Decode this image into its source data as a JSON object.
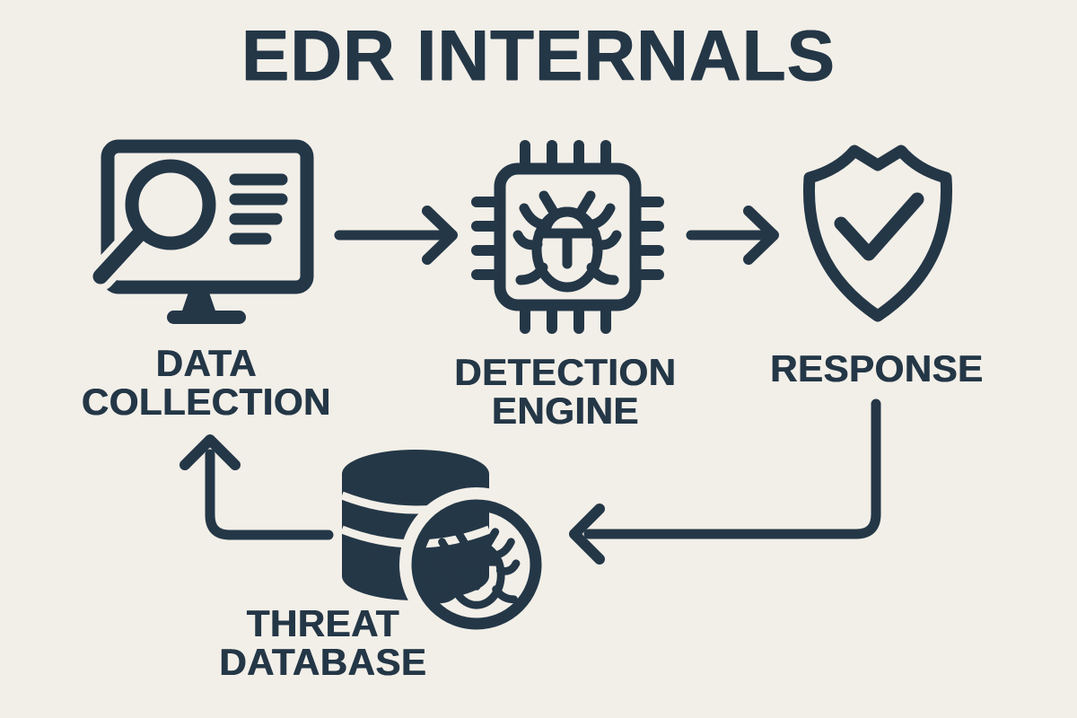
{
  "theme": {
    "bg": "#f2efe8",
    "ink": "#243747",
    "panel": "#f8f6f0"
  },
  "title": "EDR INTERNALS",
  "nodes": [
    {
      "id": "data-collection",
      "icon": "monitor-search-icon",
      "label_lines": [
        "DATA",
        "COLLECTION"
      ]
    },
    {
      "id": "detection-engine",
      "icon": "chip-bug-icon",
      "label_lines": [
        "DETECTION",
        "ENGINE"
      ]
    },
    {
      "id": "response",
      "icon": "shield-check-icon",
      "label_lines": [
        "RESPONSE"
      ]
    },
    {
      "id": "threat-database",
      "icon": "database-bug-icon",
      "label_lines": [
        "THREAT",
        "DATABASE"
      ]
    }
  ],
  "edges": [
    {
      "from": "data-collection",
      "to": "detection-engine",
      "shape": "straight-right"
    },
    {
      "from": "detection-engine",
      "to": "response",
      "shape": "straight-right"
    },
    {
      "from": "response",
      "to": "threat-database",
      "shape": "down-then-left"
    },
    {
      "from": "threat-database",
      "to": "data-collection",
      "shape": "left-then-up"
    }
  ]
}
